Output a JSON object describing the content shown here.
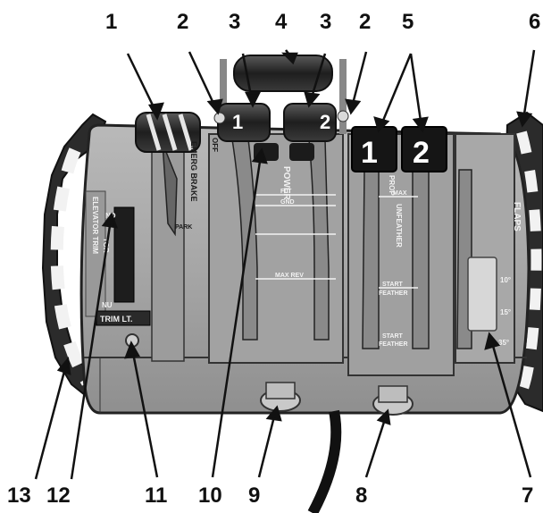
{
  "callouts": {
    "c1": "1",
    "c2a": "2",
    "c3a": "3",
    "c4": "4",
    "c3b": "3",
    "c2b": "2",
    "c5": "5",
    "c6": "6",
    "c13": "13",
    "c12": "12",
    "c11": "11",
    "c10": "10",
    "c9": "9",
    "c8": "8",
    "c7": "7"
  },
  "levers": {
    "power_left": "1",
    "power_right": "2",
    "prop_left": "1",
    "prop_right": "2"
  },
  "placards": {
    "emergency_brake": "EMERG BRAKE",
    "park": "PARK",
    "off": "OFF",
    "power": "POWER",
    "flt": "FLT",
    "gnd": "GND",
    "max_rev": "MAX REV",
    "prop": "PROP",
    "max": "MAX",
    "unfeather": "UNFEATHER",
    "start_feather_a": "START",
    "start_feather_b": "FEATHER",
    "start_feather_c": "START",
    "start_feather_d": "FEATHER",
    "flaps": "FLAPS",
    "flaps_10": "10°",
    "flaps_15": "15°",
    "flaps_35": "35°",
    "elevator_trim": "ELEVATOR TRIM",
    "nd": "ND",
    "tor": "TOR",
    "nu": "NU",
    "trim_lt": "TRIM LT."
  }
}
